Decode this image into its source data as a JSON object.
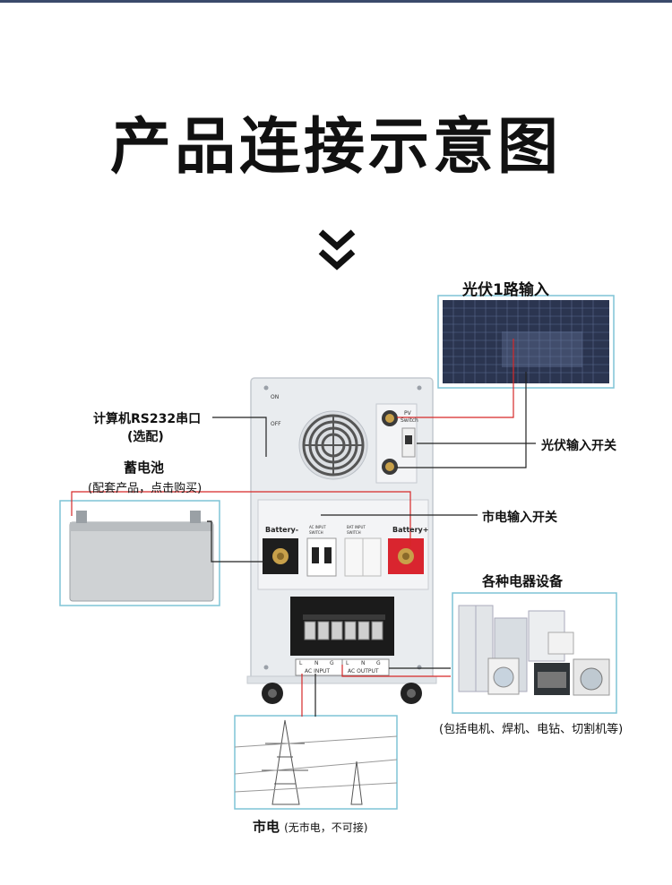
{
  "title": "产品连接示意图",
  "labels": {
    "pv_input": "光伏1路输入",
    "rs232": "计算机RS232串口",
    "rs232_optional": "(选配)",
    "pv_switch": "光伏输入开关",
    "battery": "蓄电池",
    "battery_note": "(配套产品，点击购买)",
    "mains_switch": "市电输入开关",
    "appliances": "各种电器设备",
    "appliances_note": "(包括电机、焊机、电钻、切割机等)",
    "mains": "市电",
    "mains_note": "(无市电，不可接)"
  },
  "cabinet": {
    "on": "ON",
    "off": "OFF",
    "pv": "PV",
    "pv_switch_small": "Switch",
    "battery_minus": "Battery-",
    "battery_plus": "Battery+",
    "ac_input_switch": "AC INPUT SWITCH",
    "bat_input_switch": "BAT INPUT SWITCH",
    "ac_input": "AC INPUT",
    "ac_output": "AC OUTPUT",
    "terminals": [
      "L",
      "N",
      "G",
      "L",
      "N",
      "G"
    ]
  },
  "colors": {
    "wire_red": "#d62828",
    "wire_black": "#222222",
    "frame_cyan": "#7fc4d6",
    "cabinet_body": "#e9ecef"
  }
}
